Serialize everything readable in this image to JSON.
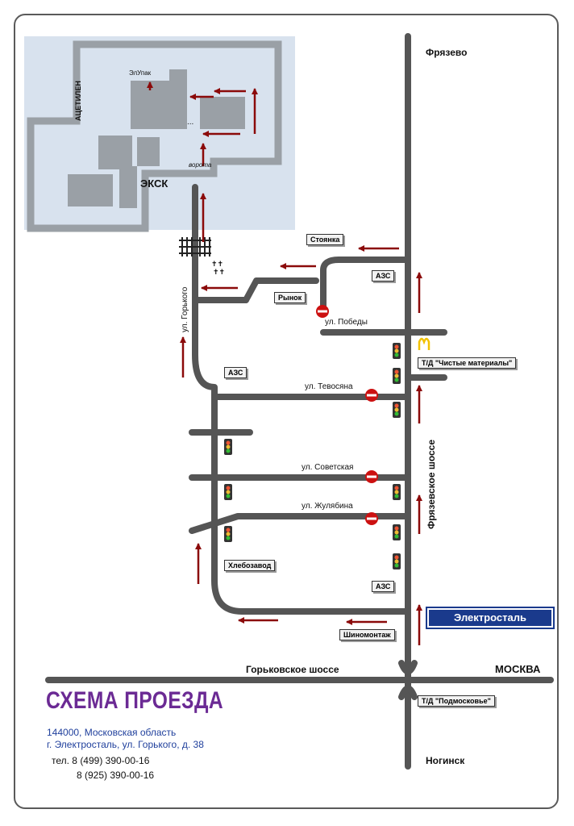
{
  "roads": {
    "top_north": "Фрязево",
    "east_shosse": "Фрязевское шоссе",
    "gorkovskoe": "Горьковское шоссе",
    "moskva": "МОСКВА",
    "noginsk": "Ногинск",
    "gorkogo": "ул. Горького",
    "pobedy": "ул. Победы",
    "tevosyana": "ул. Тевосяна",
    "sovetskaya": "ул. Советская",
    "zhulyabina": "ул. Жулябина"
  },
  "plant": {
    "name": "ЭКСК",
    "atsetilen": "АЦЕТИЛЕН",
    "elupak": "ЭлУпак",
    "vorota": "ворота",
    "dots": "..."
  },
  "boxes": {
    "stoyanka": "Стоянка",
    "azs1": "АЗС",
    "rynok": "Рынок",
    "azs2": "АЗС",
    "td_chistye": "Т/Д \"Чистые материалы\"",
    "khlebozavod": "Хлебозавод",
    "azs3": "АЗС",
    "shinomontazh": "Шиномонтаж",
    "td_podmoskovye": "Т/Д \"Подмосковье\""
  },
  "city_sign": "Электросталь",
  "footer": {
    "title": "СХЕМА ПРОЕЗДА",
    "address_line1": "144000, Московская область",
    "address_line2": "г. Электросталь, ул. Горького, д. 38",
    "phone1": "тел. 8 (499) 390-00-16",
    "phone2": "8 (925) 390-00-16"
  },
  "colors": {
    "road": "#555555",
    "arrow": "#8b0a0a",
    "title": "#6b2a94",
    "city_sign": "#1a3a8c",
    "plant_bg": "#d8e2ee"
  }
}
